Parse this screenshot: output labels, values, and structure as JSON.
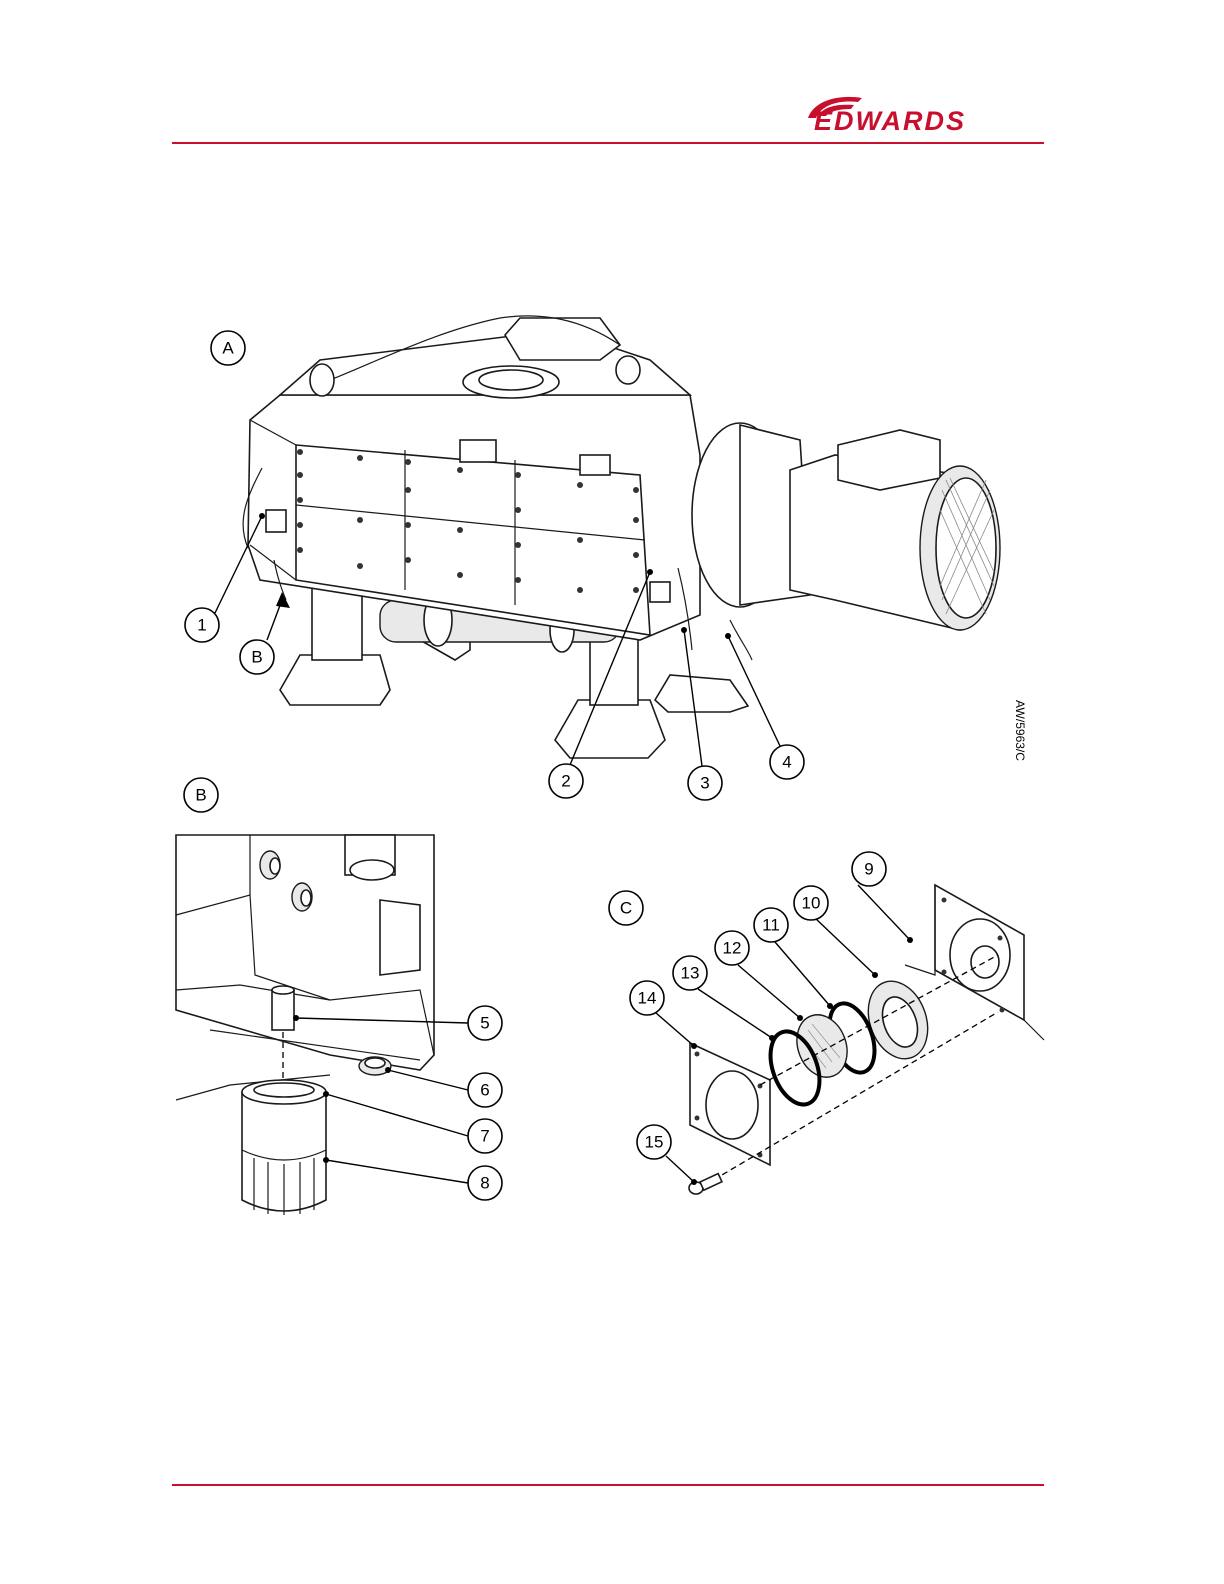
{
  "brand": {
    "name": "EDWARDS",
    "color": "#c8102e"
  },
  "colors": {
    "rule": "#c8102e",
    "ink": "#000000"
  },
  "view_labels": {
    "a": "A",
    "b": "B",
    "c": "C"
  },
  "ref_code": "AW/5963/C",
  "callouts": {
    "c1": "1",
    "c2": "2",
    "c3": "3",
    "c4": "4",
    "c5": "5",
    "c6": "6",
    "c7": "7",
    "c8": "8",
    "c9": "9",
    "c10": "10",
    "c11": "11",
    "c12": "12",
    "c13": "13",
    "c14": "14",
    "c15": "15"
  },
  "arrow_b_label": "B"
}
